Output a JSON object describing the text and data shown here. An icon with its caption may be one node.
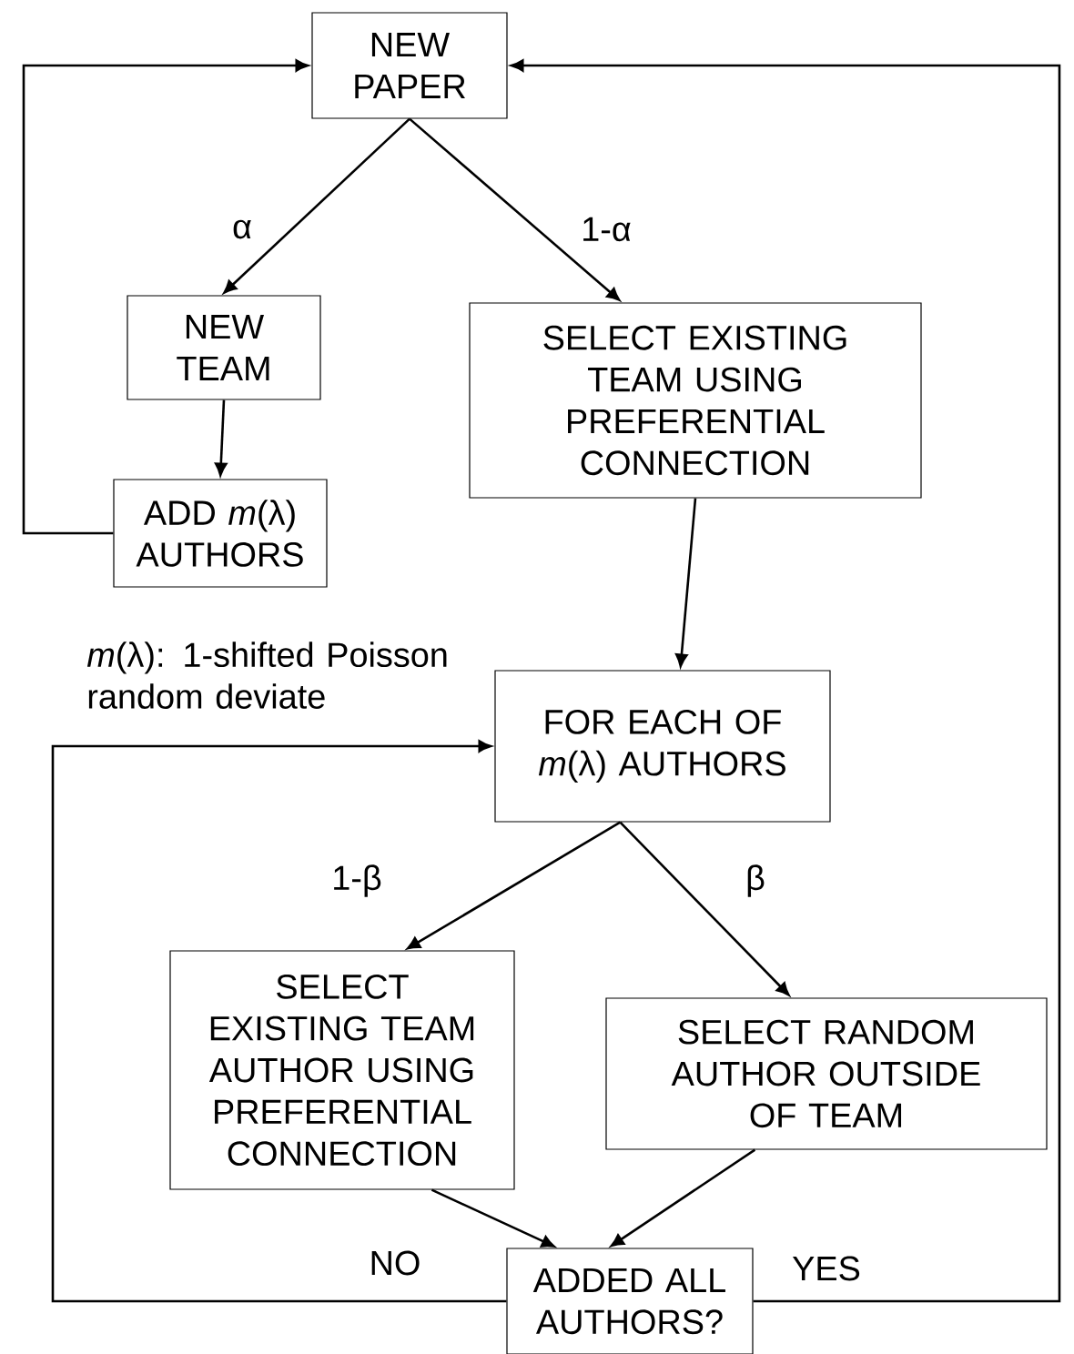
{
  "diagram": {
    "nodes": [
      {
        "text": [
          "NEW PAPER"
        ]
      },
      {
        "text": [
          "NEW TEAM"
        ]
      },
      {
        "text": [
          "SELECT EXISTING TEAM USING PREFERENTIAL CONNECTION"
        ]
      },
      {
        "text": [
          "ADD *m*(λ) AUTHORS"
        ]
      },
      {
        "text": [
          "FOR EACH OF *m*(λ) AUTHORS"
        ]
      },
      {
        "text": [
          "SELECT EXISTING TEAM AUTHOR USING PREFERENTIAL CONNECTION"
        ]
      },
      {
        "text": [
          "SELECT RANDOM AUTHOR OUTSIDE OF TEAM"
        ]
      },
      {
        "text": [
          "ADDED ALL AUTHORS?"
        ]
      }
    ],
    "edges": [
      {
        "from": 0,
        "to": 1,
        "arrow": "to",
        "label": "α"
      },
      {
        "from": 0,
        "to": 2,
        "arrow": "to",
        "label": "1-α"
      },
      {
        "from": 1,
        "to": 3,
        "arrow": "to"
      },
      {
        "from": 3,
        "to": 0,
        "arrow": "to"
      },
      {
        "from": 2,
        "to": 4,
        "arrow": "to"
      },
      {
        "from": 4,
        "to": 5,
        "arrow": "to",
        "label": "1-β"
      },
      {
        "from": 4,
        "to": 6,
        "arrow": "to",
        "label": "β"
      },
      {
        "from": 5,
        "to": 7,
        "arrow": "to"
      },
      {
        "from": 6,
        "to": 7,
        "arrow": "to"
      },
      {
        "from": 7,
        "to": 4,
        "arrow": "to",
        "label": "NO"
      },
      {
        "from": 7,
        "to": 0,
        "arrow": "to",
        "label": "YES"
      }
    ],
    "labels": [
      "*m*(λ): 1-shifted Poisson random deviate"
    ]
  }
}
